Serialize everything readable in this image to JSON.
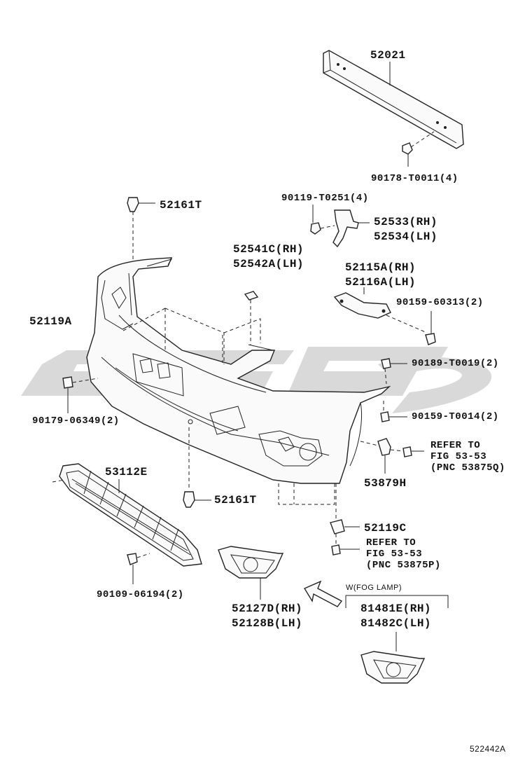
{
  "labels": {
    "p52021": "52021",
    "p90178": "90178-T0011(4)",
    "p52161T_top": "52161T",
    "p90119": "90119-T0251(4)",
    "p52533": "52533(RH)",
    "p52534": "52534(LH)",
    "p52541C": "52541C(RH)",
    "p52542A": "52542A(LH)",
    "p52115A": "52115A(RH)",
    "p52116A": "52116A(LH)",
    "p90159_60313": "90159-60313(2)",
    "p52119A": "52119A",
    "p90189": "90189-T0019(2)",
    "p90179": "90179-06349(2)",
    "p90159_T0014": "90159-T0014(2)",
    "refer1_a": "REFER TO",
    "refer1_b": "FIG 53-53",
    "refer1_c": "(PNC 53875Q)",
    "p53879H": "53879H",
    "p53112E": "53112E",
    "p52161T_bot": "52161T",
    "p52119C": "52119C",
    "refer2_a": "REFER TO",
    "refer2_b": "FIG 53-53",
    "refer2_c": "(PNC 53875P)",
    "p90109": "90109-06194(2)",
    "p52127D": "52127D(RH)",
    "p52128B": "52128B(LH)",
    "fog_note": "W(FOG LAMP)",
    "p81481E": "81481E(RH)",
    "p81482C": "81482C(LH)",
    "figure_id": "522442A"
  },
  "colors": {
    "line": "#222222",
    "watermark": "#d9d9d9",
    "background": "#ffffff"
  }
}
